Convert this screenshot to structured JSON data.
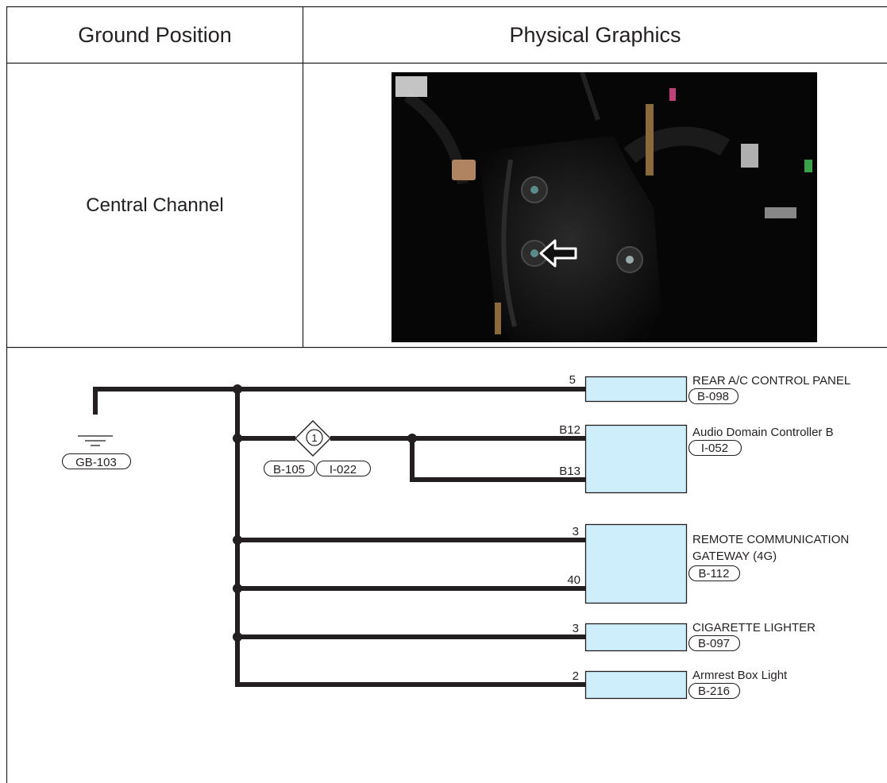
{
  "table": {
    "col_ground_position": "Ground Position",
    "col_physical_graphics": "Physical Graphics",
    "ground_position_value": "Central Channel"
  },
  "diagram": {
    "ground": {
      "code": "GB-103"
    },
    "splice": {
      "number": "1",
      "connectors": [
        "B-105",
        "I-022"
      ]
    },
    "components": [
      {
        "name": "REAR A/C CONTROL PANEL",
        "name_line2": "",
        "code": "B-098",
        "pins": [
          "5"
        ]
      },
      {
        "name": "Audio Domain Controller B",
        "name_line2": "",
        "code": "I-052",
        "pins": [
          "B12",
          "B13"
        ]
      },
      {
        "name": "REMOTE COMMUNICATION",
        "name_line2": "GATEWAY (4G)",
        "code": "B-112",
        "pins": [
          "3",
          "40"
        ]
      },
      {
        "name": "CIGARETTE LIGHTER",
        "name_line2": "",
        "code": "B-097",
        "pins": [
          "3"
        ]
      },
      {
        "name": "Armrest Box Light",
        "name_line2": "",
        "code": "B-216",
        "pins": [
          "2"
        ]
      }
    ],
    "colors": {
      "wire": "#231f20",
      "component_fill": "#cdeefa",
      "grid": "#231f20"
    }
  }
}
